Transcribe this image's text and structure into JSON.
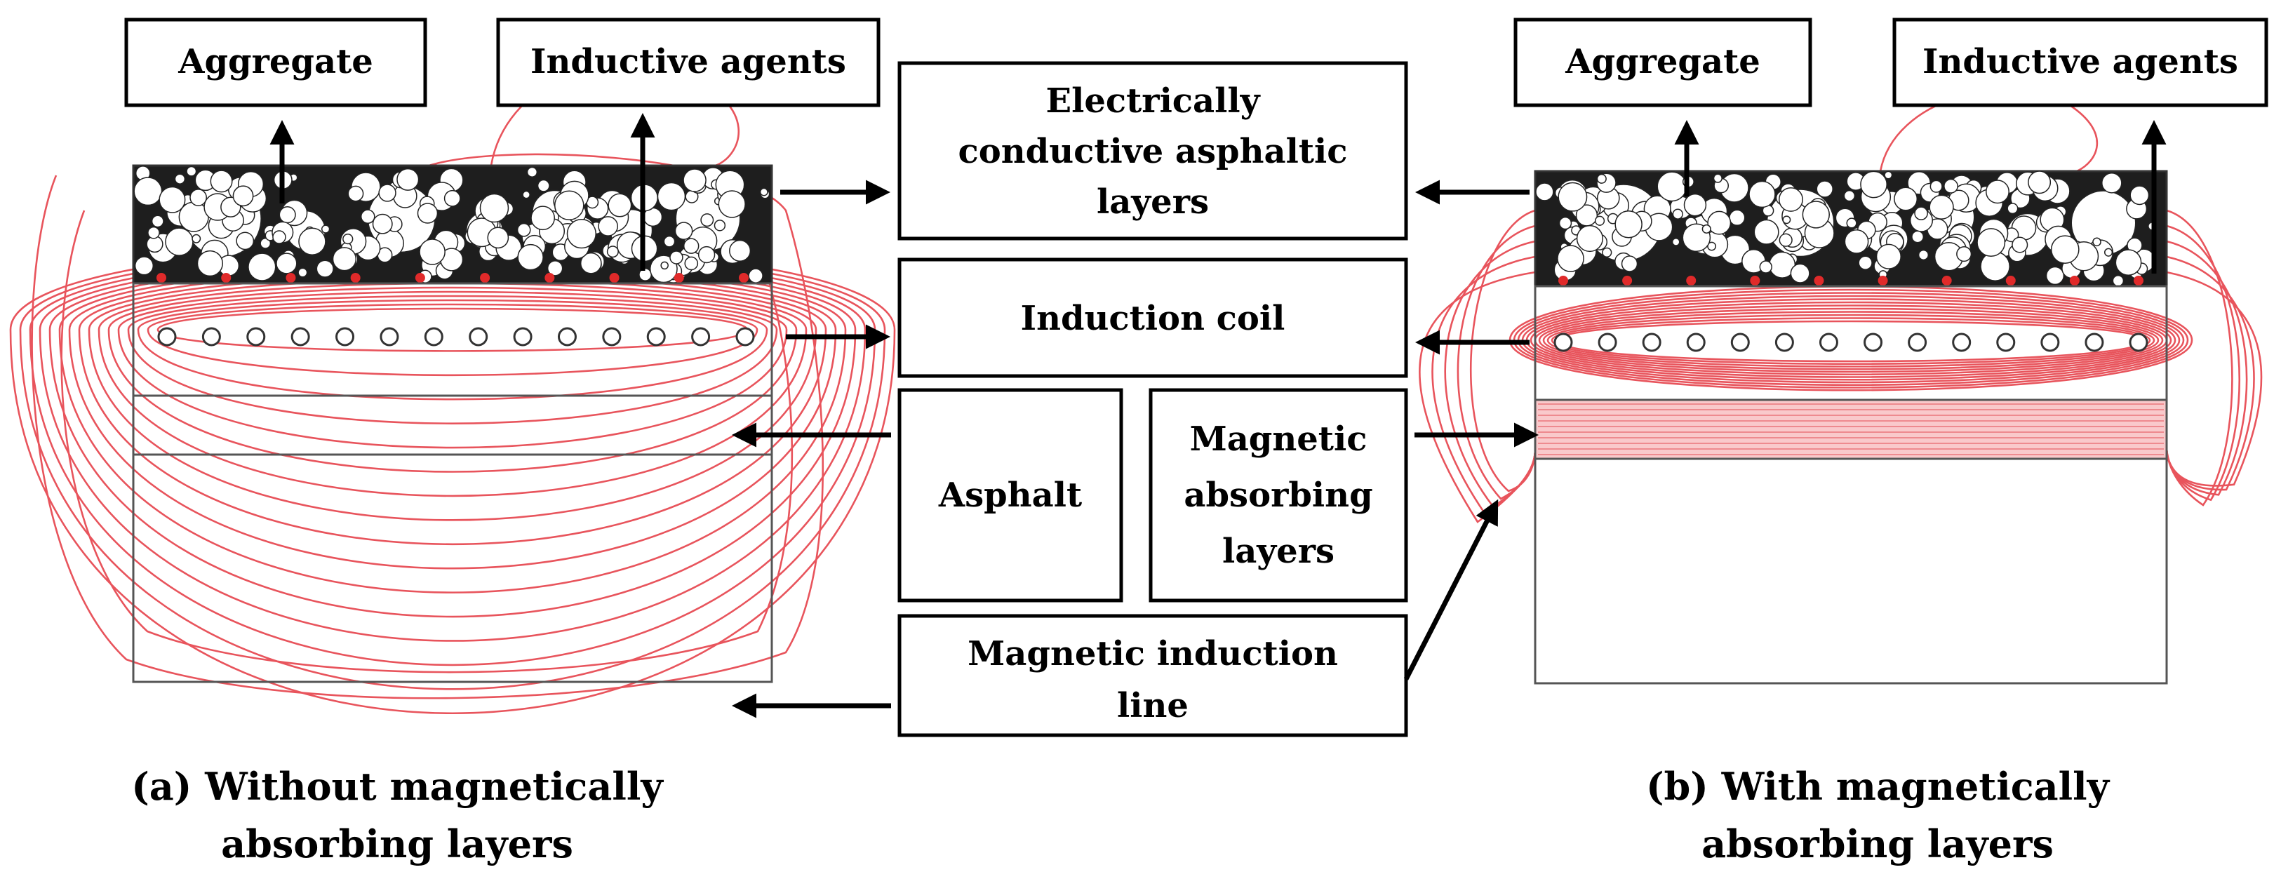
{
  "diagram": {
    "colors": {
      "field_line": "#e8545c",
      "box_border": "#000000",
      "aggregate_fill": "#1a1a1a",
      "absorbing_layer": "#f6b3b6"
    },
    "labels": {
      "aggregate_left": "Aggregate",
      "inductive_agents_left": "Inductive agents",
      "aggregate_right": "Aggregate",
      "inductive_agents_right": "Inductive agents",
      "conductive_line1": "Electrically",
      "conductive_line2": "conductive asphaltic",
      "conductive_line3": "layers",
      "induction_coil": "Induction coil",
      "asphalt": "Asphalt",
      "magnetic_absorbing_line1": "Magnetic",
      "magnetic_absorbing_line2": "absorbing",
      "magnetic_absorbing_line3": "layers",
      "induction_line_line1": "Magnetic induction",
      "induction_line_line2": "line"
    },
    "captions": {
      "left_line1": "(a) Without magnetically",
      "left_line2": "absorbing layers",
      "right_line1": "(b) With magnetically",
      "right_line2": "absorbing layers"
    }
  }
}
